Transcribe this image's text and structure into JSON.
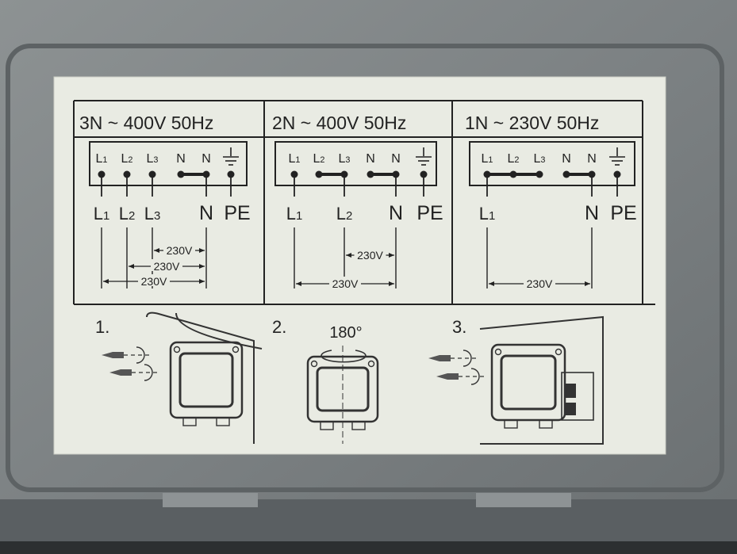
{
  "sections": [
    {
      "header": "3N ~ 400V 50Hz",
      "terminals": [
        "L1",
        "L2",
        "L3",
        "N",
        "N",
        "ground"
      ],
      "bridges": [
        [
          3,
          4
        ]
      ],
      "wires": [
        {
          "terminal": 0,
          "label": "L1"
        },
        {
          "terminal": 1,
          "label": "L2"
        },
        {
          "terminal": 2,
          "label": "L3"
        },
        {
          "terminal": 4,
          "label": "N"
        },
        {
          "terminal": 5,
          "label": "PE"
        }
      ],
      "voltages": [
        {
          "from": 2,
          "to": 4,
          "label": "230V"
        },
        {
          "from": 1,
          "to": 4,
          "label": "230V"
        },
        {
          "from": 0,
          "to": 4,
          "label": "230V"
        }
      ]
    },
    {
      "header": "2N ~ 400V 50Hz",
      "terminals": [
        "L1",
        "L2",
        "L3",
        "N",
        "N",
        "ground"
      ],
      "bridges": [
        [
          1,
          2
        ],
        [
          3,
          4
        ]
      ],
      "wires": [
        {
          "terminal": 0,
          "label": "L1"
        },
        {
          "terminal": 2,
          "label": "L2"
        },
        {
          "terminal": 4,
          "label": "N"
        },
        {
          "terminal": 5,
          "label": "PE"
        }
      ],
      "voltages": [
        {
          "from": 2,
          "to": 4,
          "label": "230V"
        },
        {
          "from": 0,
          "to": 4,
          "label": "230V"
        }
      ]
    },
    {
      "header": "1N ~ 230V 50Hz",
      "terminals": [
        "L1",
        "L2",
        "L3",
        "N",
        "N",
        "ground"
      ],
      "bridges": [
        [
          0,
          2
        ],
        [
          3,
          4
        ]
      ],
      "wires": [
        {
          "terminal": 0,
          "label": "L1"
        },
        {
          "terminal": 4,
          "label": "N"
        },
        {
          "terminal": 5,
          "label": "PE"
        }
      ],
      "voltages": [
        {
          "from": 0,
          "to": 4,
          "label": "230V"
        }
      ]
    }
  ],
  "steps": [
    {
      "number": "1."
    },
    {
      "number": "2.",
      "rotation": "180°"
    },
    {
      "number": "3."
    }
  ]
}
